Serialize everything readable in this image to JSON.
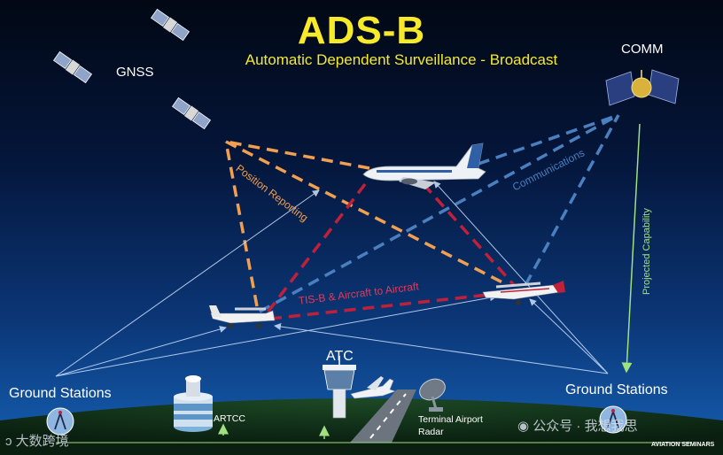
{
  "title": "ADS-B",
  "subtitle": "Automatic Dependent Surveillance - Broadcast",
  "labels": {
    "gnss": "GNSS",
    "comm": "COMM",
    "position_reporting": "Position Reporting",
    "communications": "Communications",
    "projected_capability": "Projected Capability",
    "tisb": "TIS-B  & Aircraft to Aircraft",
    "atc": "ATC",
    "ground_left": "Ground Stations",
    "ground_right": "Ground Stations",
    "artcc": "ARTCC",
    "terminal_airport": "Terminal Airport",
    "radar": "Radar",
    "aviation_seminars": "AVIATION SEMINARS"
  },
  "watermarks": {
    "left": "大数跨境",
    "right": "公众号 · 我想我思"
  },
  "colors": {
    "title": "#f6ea2a",
    "position_line": "#f0a050",
    "comm_line": "#4a7fc0",
    "tisb_line": "#c0203a",
    "projected_line": "#a0e080",
    "ground": "#0f2f1a"
  },
  "icons": [
    "satellite-icon",
    "comm-satellite-icon",
    "airliner-icon",
    "small-aircraft-icon",
    "radio-tower-icon",
    "radar-dish-icon",
    "control-tower-icon",
    "artcc-building-icon"
  ]
}
